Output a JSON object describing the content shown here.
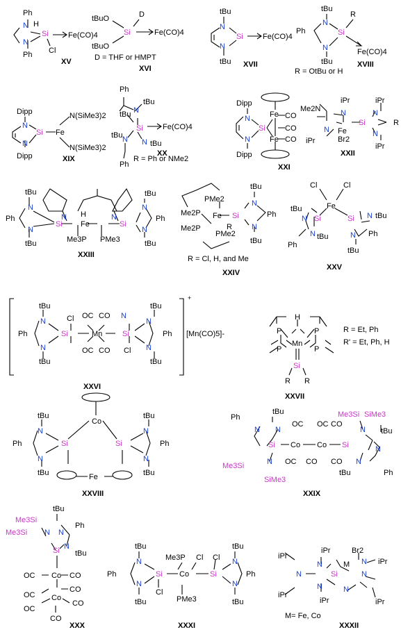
{
  "compounds": [
    {
      "id": "XV",
      "note": ""
    },
    {
      "id": "XVI",
      "note": "D = THF or HMPT"
    },
    {
      "id": "XVII",
      "note": ""
    },
    {
      "id": "XVIII",
      "note": "R = OtBu or H"
    },
    {
      "id": "XIX",
      "note": ""
    },
    {
      "id": "XX",
      "note": "R = Ph or NMe2"
    },
    {
      "id": "XXI",
      "note": ""
    },
    {
      "id": "XXII",
      "note": ""
    },
    {
      "id": "XXIII",
      "note": ""
    },
    {
      "id": "XXIV",
      "note": "R = Cl, H, and Me"
    },
    {
      "id": "XXV",
      "note": ""
    },
    {
      "id": "XXVI",
      "note": "[Mn(CO)5]-"
    },
    {
      "id": "XXVII",
      "note": "R = Et, Ph"
    },
    {
      "id": "XXVIII",
      "note": ""
    },
    {
      "id": "XXIX",
      "note": ""
    },
    {
      "id": "XXX",
      "note": ""
    },
    {
      "id": "XXXI",
      "note": ""
    },
    {
      "id": "XXXII",
      "note": "M= Fe, Co"
    }
  ],
  "extra_notes": {
    "xxvii_rprime": "R' = Et, Ph, H",
    "xxvi_charge": "+"
  },
  "atoms": {
    "si": "Si",
    "n": "N",
    "fe": "Fe",
    "fe_co4": "Fe(CO)4",
    "co": "Co",
    "mn": "Mn",
    "tbu": "tBu",
    "ipr": "iPr",
    "ph": "Ph",
    "dipp": "Dipp",
    "cl": "Cl",
    "h": "H",
    "r": "R",
    "co_ligand": "CO",
    "oc_ligand": "OC",
    "pme3": "PMe3",
    "me3p": "Me3P",
    "pme2": "PMe2",
    "me2p": "Me2P",
    "sime3": "SiMe3",
    "me3si": "Me3Si",
    "nsime3_2": "N(SiMe3)2",
    "me2n": "Me2N",
    "br2": "Br2",
    "tbuo": "tBuO",
    "d": "D",
    "p": "P",
    "m": "M"
  },
  "colors": {
    "silicon": "#cc33cc",
    "nitrogen": "#1a3fd6",
    "bond": "#000000"
  }
}
